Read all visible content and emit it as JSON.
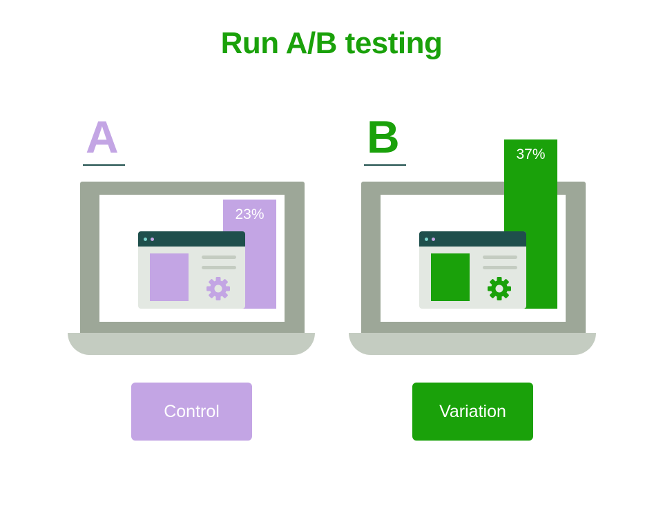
{
  "title": "Run A/B testing",
  "colors": {
    "title": "#1aa10a",
    "control_accent": "#c3a5e4",
    "variation_accent": "#1aa10a",
    "laptop_frame": "#9da798",
    "laptop_base": "#c4ccc1",
    "window_bar": "#1f4f4c"
  },
  "variants": [
    {
      "letter": "A",
      "bar_value": "23%",
      "label": "Control",
      "accent": "#c3a5e4"
    },
    {
      "letter": "B",
      "bar_value": "37%",
      "label": "Variation",
      "accent": "#1aa10a"
    }
  ],
  "icons": {
    "window_icon": "browser-window-icon",
    "settings_icon": "gear-icon"
  }
}
